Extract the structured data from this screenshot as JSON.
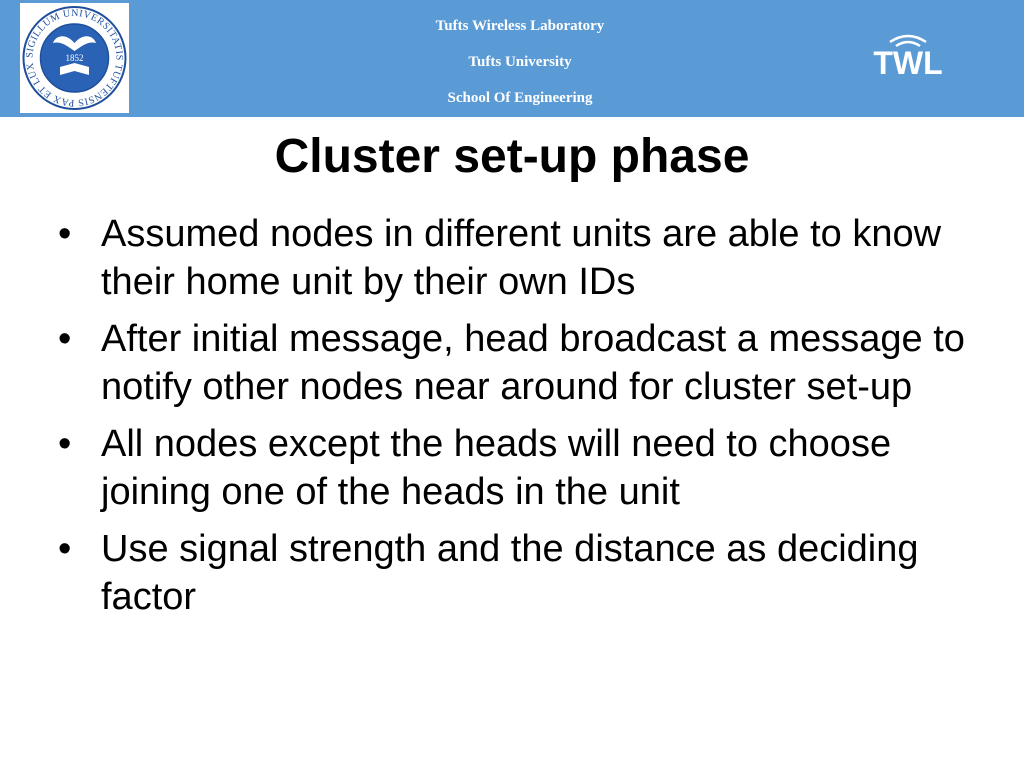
{
  "header": {
    "lines": [
      "Tufts Wireless Laboratory",
      "Tufts University",
      "School Of Engineering"
    ],
    "background_color": "#5b9bd5",
    "seal": {
      "icon": "university-seal-icon",
      "inner_text": "1852",
      "ring_text": "SIGILLUM UNIVERSITATIS TUFTENSIS  PAX ET LUX"
    },
    "logo": {
      "icon": "twl-logo-icon",
      "text": "TWL"
    }
  },
  "slide": {
    "title": "Cluster set-up phase",
    "bullet_symbol": "•",
    "bullets": [
      {
        "text": "Assumed nodes in different units are able to know their home unit by their own IDs"
      },
      {
        "text": "After initial message, head broadcast a message to notify other nodes near around for cluster set-up"
      },
      {
        "text": "All nodes except the heads will need to choose joining one of the heads in the unit"
      },
      {
        "text": "Use signal strength and the distance as deciding factor"
      }
    ]
  }
}
